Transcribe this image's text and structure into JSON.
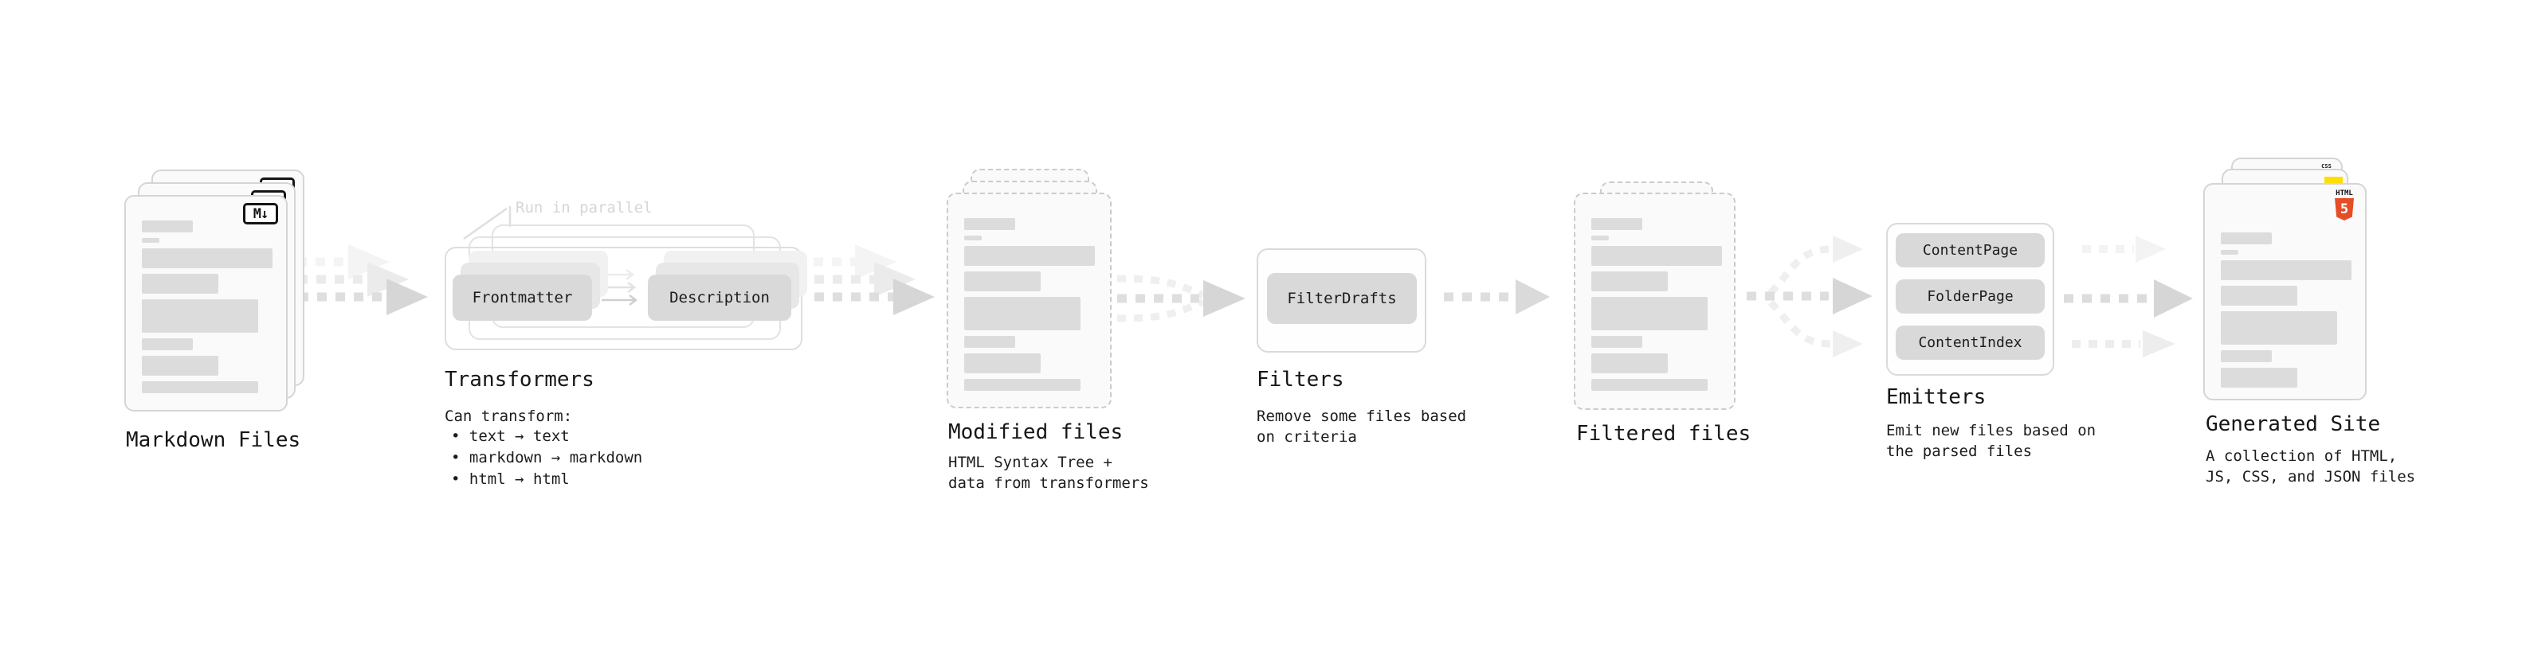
{
  "pipeline": {
    "markdown_files": {
      "label": "Markdown Files",
      "badge": "M↓"
    },
    "transformers": {
      "note": "Run in parallel",
      "pill_frontmatter": "Frontmatter",
      "pill_description": "Description",
      "heading": "Transformers",
      "caption": "Can transform:",
      "bullets": [
        "• text → text",
        "• markdown → markdown",
        "• html → html"
      ]
    },
    "modified_files": {
      "heading": "Modified files",
      "caption": [
        "HTML Syntax Tree +",
        "data from transformers"
      ]
    },
    "filters": {
      "heading": "Filters",
      "pill": "FilterDrafts",
      "caption": [
        "Remove some files based",
        "on criteria"
      ]
    },
    "filtered_files": {
      "label": "Filtered files"
    },
    "emitters": {
      "heading": "Emitters",
      "pills": [
        "ContentPage",
        "FolderPage",
        "ContentIndex"
      ],
      "caption": [
        "Emit new files based on",
        "the parsed files"
      ]
    },
    "generated_site": {
      "heading": "Generated Site",
      "caption": [
        "A collection of HTML,",
        "JS, CSS, and JSON files"
      ],
      "css_badge": "CSS",
      "html_badge_label": "HTML",
      "html_badge_number": "5"
    }
  },
  "colors": {
    "background": "#ffffff",
    "card_fill": "#fafafa",
    "card_border": "#d5d5d5",
    "dashed_border": "#cbcbcb",
    "placeholder_line": "#dcdcdc",
    "pill_gray": "#d9d9d9",
    "text": "#1a1a1a",
    "muted_note": "#d6d6d6",
    "arrow_strong": "#dedede",
    "arrow_faint": "#ececec",
    "html5_orange": "#e44d26",
    "js_yellow": "#ffdf00",
    "css_blue": "#2f6bf2",
    "markdown_badge_border": "#141414"
  }
}
